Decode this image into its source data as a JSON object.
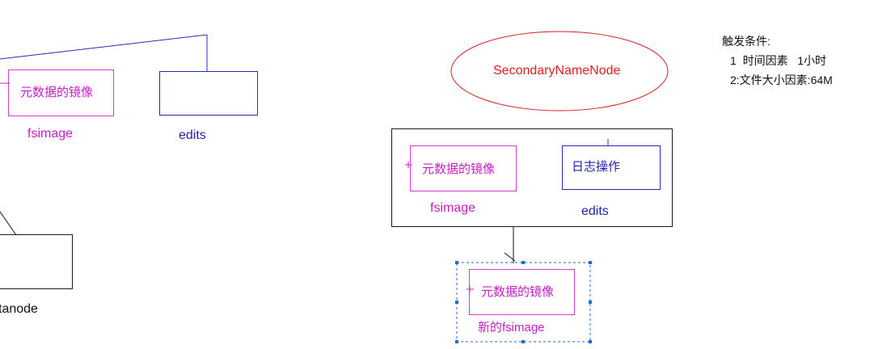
{
  "left_panel": {
    "fsimage_box_label": "元数据的镜像",
    "fsimage_label": "fsimage",
    "edits_label": "edits",
    "datanode_label": "tanode"
  },
  "secondary": {
    "title": "SecondaryNameNode",
    "fsimage_box_label": "元数据的镜像",
    "fsimage_label": "fsimage",
    "edits_box_label": "日志操作",
    "edits_label": "edits",
    "new_fsimage_box_label": "元数据的镜像",
    "new_fsimage_label": "新的fsimage"
  },
  "trigger": {
    "title": "触发条件:",
    "line1": "1  时间因素   1小时",
    "line2": "2:文件大小因素:64M"
  },
  "colors": {
    "magenta": "#c81ec8",
    "blue": "#1f1fb0",
    "red": "#e02020",
    "black": "#111111"
  }
}
